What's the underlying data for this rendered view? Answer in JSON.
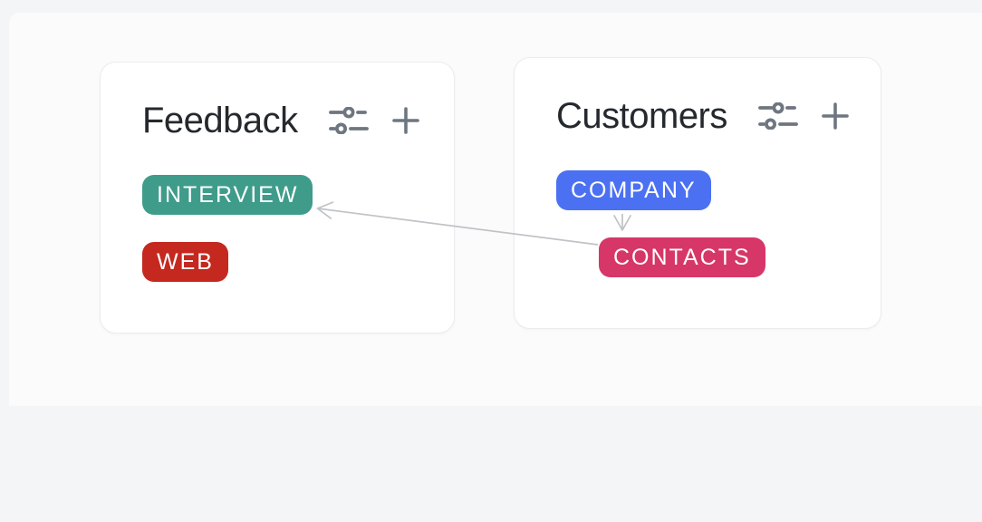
{
  "colors": {
    "background": "#f4f5f7",
    "card_border": "#ebecee",
    "title": "#25292e",
    "icon": "#6e7680",
    "arrow": "#bfc2c6"
  },
  "cards": [
    {
      "title": "Feedback",
      "toolbar": {
        "filter_icon": "sliders-icon",
        "add_icon": "plus-icon"
      },
      "tags": [
        {
          "label": "INTERVIEW",
          "color": "#3f9c8a"
        },
        {
          "label": "WEB",
          "color": "#c4281f"
        }
      ]
    },
    {
      "title": "Customers",
      "toolbar": {
        "filter_icon": "sliders-icon",
        "add_icon": "plus-icon"
      },
      "tags": [
        {
          "label": "COMPANY",
          "color": "#4b71f2"
        },
        {
          "label": "CONTACTS",
          "color": "#d63768"
        }
      ]
    }
  ],
  "connections": [
    {
      "from": "CONTACTS",
      "to": "INTERVIEW"
    },
    {
      "from": "COMPANY",
      "to": "CONTACTS"
    }
  ]
}
